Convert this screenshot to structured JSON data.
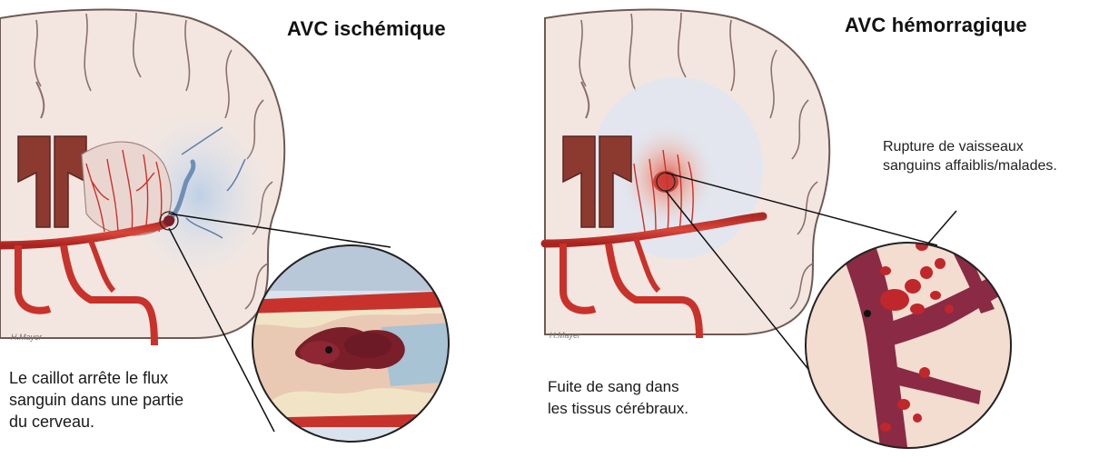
{
  "panels": [
    {
      "title": "AVC ischémique",
      "caption": "Le caillot arrête le flux\nsanguin dans une partie\ndu cerveau.",
      "signature": "H.Mayer"
    },
    {
      "title": "AVC hémorragique",
      "caption": "Fuite de sang dans\nles tissus cérébraux.",
      "callout": "Rupture de vaisseaux\nsanguins affaiblis/malades.",
      "signature": "H.Mayer"
    }
  ],
  "colors": {
    "brain_tissue": "#f3e6e0",
    "brain_outline": "#6e5a55",
    "artery_red": "#c8322b",
    "clot": "#7a1e2a",
    "blood_pool": "#d63a2a",
    "ischemic_zone": "#c9d9ec",
    "vessel_wall": "#f1e4c6",
    "hemorrhage_vessel": "#8a2a45"
  }
}
